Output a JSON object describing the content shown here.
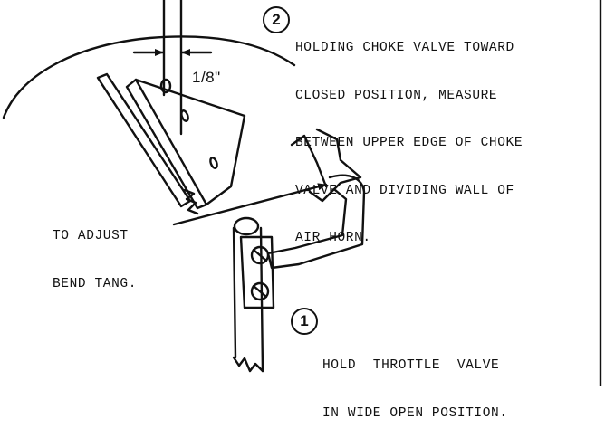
{
  "dimension_label": "1/8\"",
  "steps": [
    {
      "number": "2",
      "lines": [
        "HOLDING CHOKE VALVE TOWARD",
        "CLOSED POSITION, MEASURE",
        "BETWEEN UPPER EDGE OF CHOKE",
        "VALVE AND DIVIDING WALL OF",
        "AIR HORN."
      ]
    },
    {
      "number": "1",
      "lines": [
        "HOLD  THROTTLE  VALVE",
        "IN WIDE OPEN POSITION."
      ]
    }
  ],
  "adjust_note": {
    "lines": [
      "TO ADJUST",
      "BEND TANG."
    ]
  }
}
